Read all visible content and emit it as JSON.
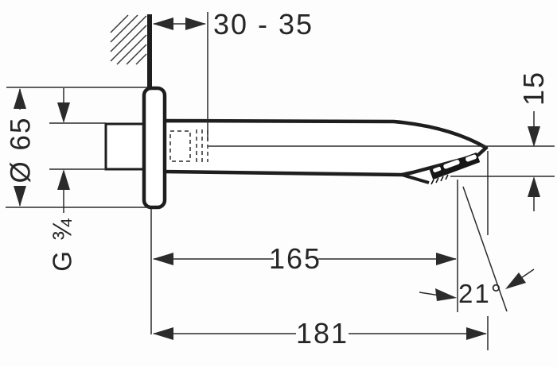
{
  "labels": {
    "wall_distance": "30 - 35",
    "escutcheon_diameter": "Ø 65",
    "connection_thread": "G ¾",
    "spout_drop": "15",
    "length_to_outlet": "165",
    "overall_length": "181",
    "outlet_angle": "21°"
  },
  "colors": {
    "line": "#262626",
    "outline": "#1e1e1e",
    "background": "#fdfdfd"
  }
}
